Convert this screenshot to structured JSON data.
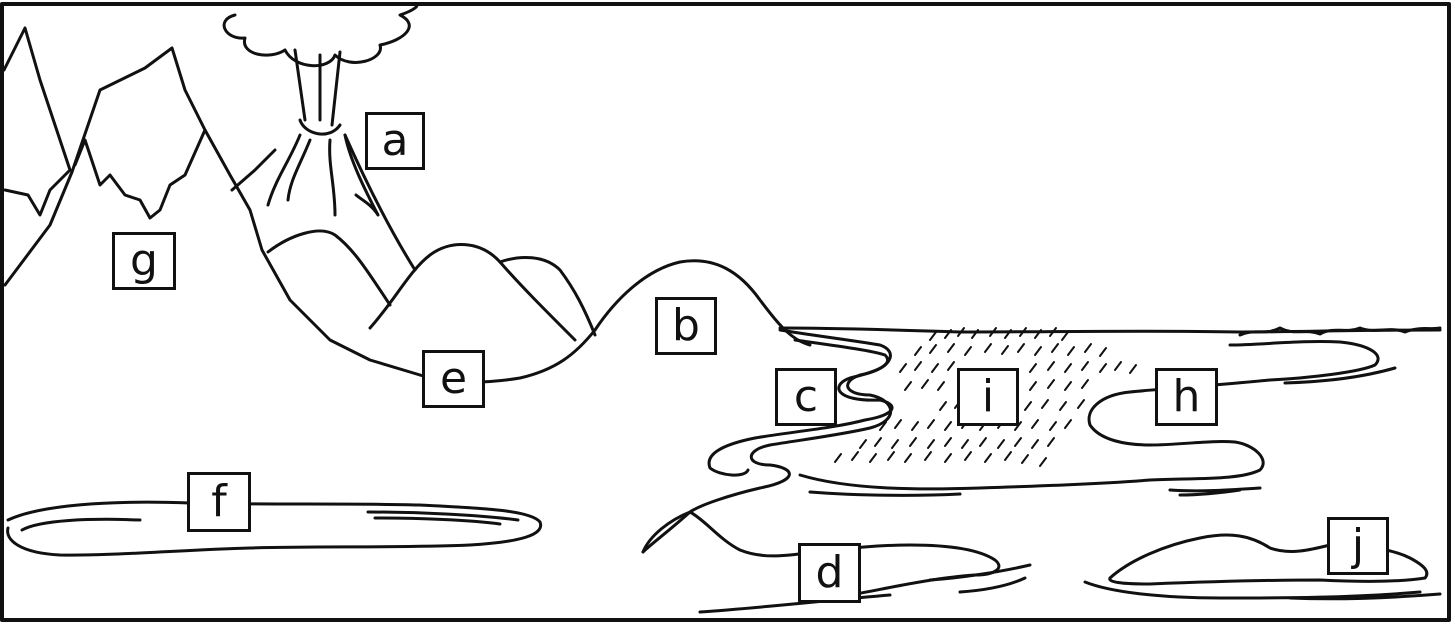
{
  "labels": {
    "a": "a",
    "b": "b",
    "c": "c",
    "d": "d",
    "e": "e",
    "f": "f",
    "g": "g",
    "h": "h",
    "i": "i",
    "j": "j"
  },
  "colors": {
    "ink": "#111111",
    "paper": "#ffffff"
  }
}
